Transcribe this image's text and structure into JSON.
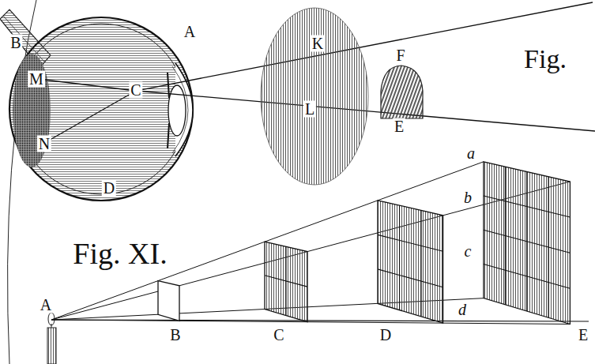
{
  "diagram": {
    "labels": [
      "A",
      "B",
      "M",
      "N",
      "C",
      "D",
      "K",
      "L",
      "F",
      "E",
      "Fig.",
      "Fig. XI.",
      "a",
      "b",
      "c",
      "A",
      "B",
      "C",
      "D",
      "d",
      "E"
    ]
  }
}
